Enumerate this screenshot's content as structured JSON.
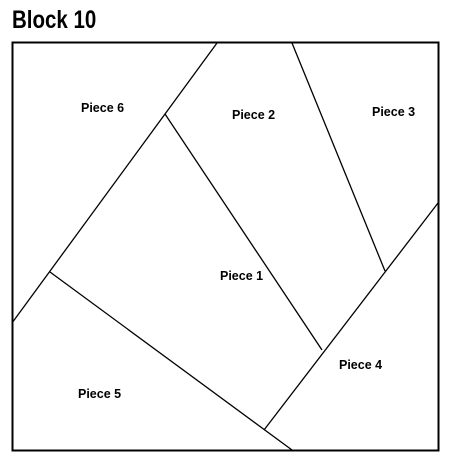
{
  "title": "Block 10",
  "colors": {
    "line": "#000000",
    "background": "#ffffff",
    "text": "#000000"
  },
  "pieces": [
    {
      "id": "piece-1",
      "label": "Piece 1"
    },
    {
      "id": "piece-2",
      "label": "Piece 2"
    },
    {
      "id": "piece-3",
      "label": "Piece 3"
    },
    {
      "id": "piece-4",
      "label": "Piece 4"
    },
    {
      "id": "piece-5",
      "label": "Piece 5"
    },
    {
      "id": "piece-6",
      "label": "Piece 6"
    }
  ]
}
